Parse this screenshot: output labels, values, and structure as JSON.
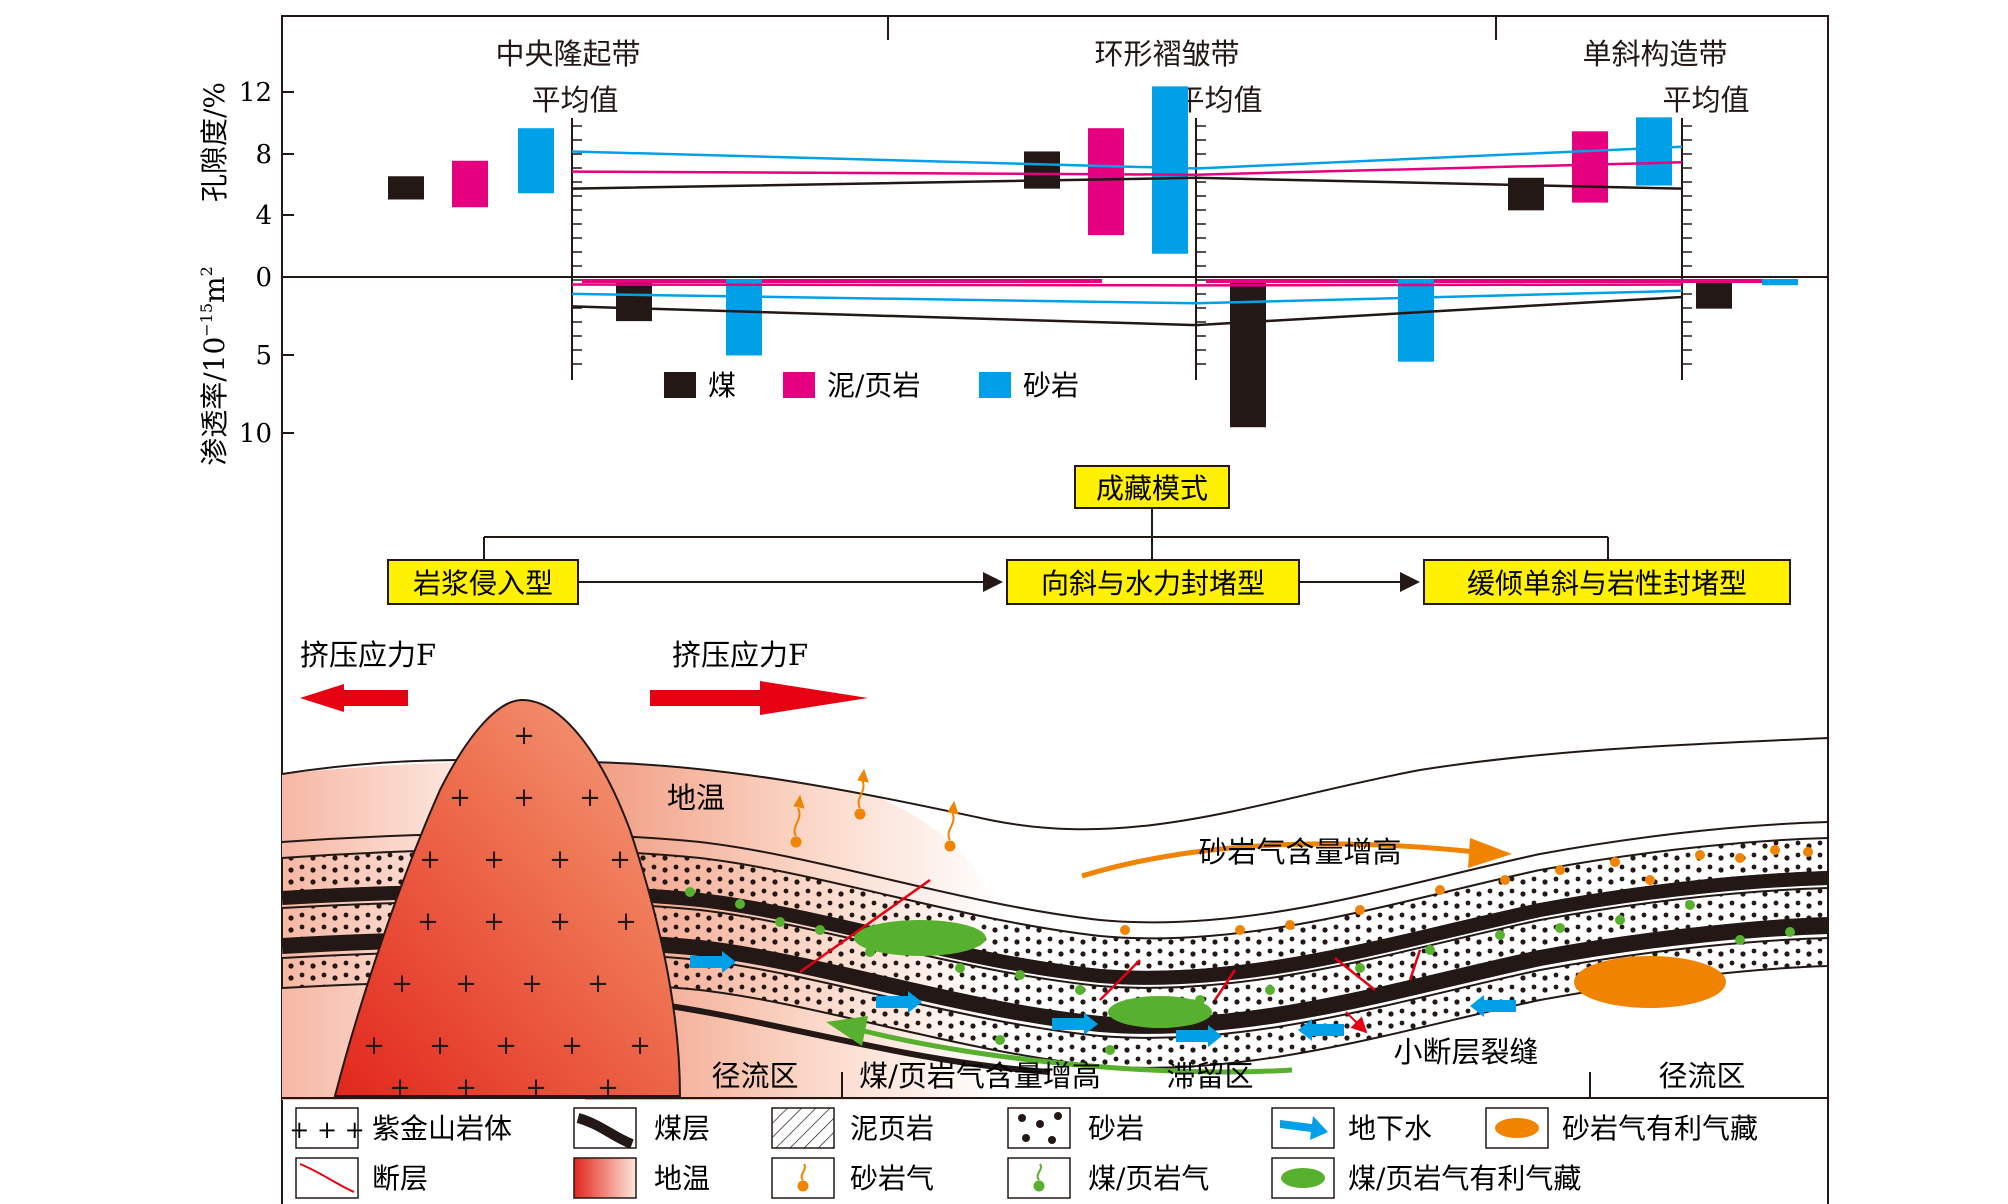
{
  "zones": {
    "central": "中央隆起带",
    "ring": "环形褶皱带",
    "monocline": "单斜构造带",
    "avg": "平均值"
  },
  "axes": {
    "porosity_label": "孔隙度/%",
    "porosity_ticks": [
      "12",
      "8",
      "4",
      "0"
    ],
    "permeability_label_main": "渗透率/10",
    "permeability_label_sup": "−15",
    "permeability_label_unit": "m",
    "permeability_label_unit_sup": "2",
    "permeability_ticks": [
      "5",
      "10"
    ]
  },
  "legend_chart": {
    "coal": "煤",
    "mudshale": "泥/页岩",
    "sandstone": "砂岩"
  },
  "colors": {
    "coal": "#231815",
    "mudshale": "#e4007f",
    "sandstone": "#00a0e9",
    "highlight": "#fff100",
    "stress": "#e60012",
    "gas_sand": "#f08300",
    "gas_coal": "#58b12e"
  },
  "chart_data": {
    "type": "bar",
    "categories": [
      "中央隆起带",
      "环形褶皱带",
      "单斜构造带"
    ],
    "porosity_ylim": [
      0,
      12
    ],
    "permeability_ylim": [
      0,
      10
    ],
    "porosity_ranges": [
      {
        "name": "煤",
        "values": [
          [
            5.0,
            6.5
          ],
          [
            5.7,
            8.1
          ],
          [
            4.3,
            6.4
          ]
        ]
      },
      {
        "name": "泥/页岩",
        "values": [
          [
            4.5,
            7.5
          ],
          [
            2.7,
            9.6
          ],
          [
            4.8,
            9.4
          ]
        ]
      },
      {
        "name": "砂岩",
        "values": [
          [
            5.4,
            9.6
          ],
          [
            1.5,
            12.3
          ],
          [
            5.9,
            10.3
          ]
        ]
      }
    ],
    "porosity_avg": [
      {
        "name": "煤",
        "values": [
          5.7,
          6.4,
          5.7
        ]
      },
      {
        "name": "泥/页岩",
        "values": [
          6.8,
          6.6,
          7.4
        ]
      },
      {
        "name": "砂岩",
        "values": [
          8.1,
          7.0,
          8.4
        ]
      }
    ],
    "permeability_values": [
      {
        "name": "煤",
        "values": [
          2.7,
          9.5,
          1.9
        ]
      },
      {
        "name": "泥/页岩",
        "values": [
          0.1,
          0.1,
          0.1
        ]
      },
      {
        "name": "砂岩",
        "values": [
          4.9,
          5.3,
          0.4
        ]
      }
    ],
    "permeability_avg": [
      {
        "name": "煤",
        "values": [
          1.5,
          2.7,
          0.9
        ]
      },
      {
        "name": "泥/页岩",
        "values": [
          0.1,
          0.15,
          0.1
        ]
      },
      {
        "name": "砂岩",
        "values": [
          0.7,
          1.3,
          0.5
        ]
      }
    ]
  },
  "model": {
    "title": "成藏模式",
    "type1": "岩浆侵入型",
    "type2": "向斜与水力封堵型",
    "type3": "缓倾单斜与岩性封堵型"
  },
  "section": {
    "stress_left": "挤压应力F",
    "stress_right": "挤压应力F",
    "geotemp": "地温",
    "sand_gas_up": "砂岩气含量增高",
    "coal_gas_up": "煤/页岩气含量增高",
    "runoff_left": "径流区",
    "stagnant": "滞留区",
    "runoff_right": "径流区",
    "small_fault": "小断层裂缝"
  },
  "legend": {
    "granite": "紫金山岩体",
    "coal": "煤层",
    "mudshale": "泥页岩",
    "sandstone": "砂岩",
    "groundwater": "地下水",
    "sand_gas_reservoir": "砂岩气有利气藏",
    "fault": "断层",
    "geotemp": "地温",
    "sand_gas": "砂岩气",
    "coal_gas": "煤/页岩气",
    "coal_gas_reservoir": "煤/页岩气有利气藏"
  }
}
